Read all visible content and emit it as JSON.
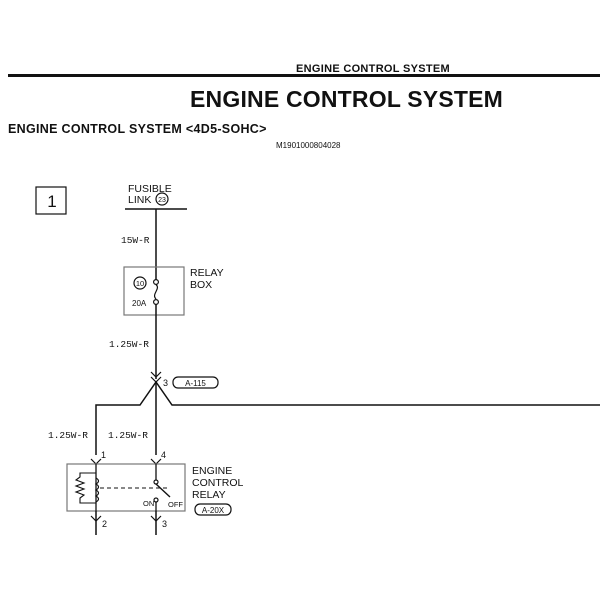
{
  "header": {
    "running_title": "ENGINE CONTROL SYSTEM",
    "title": "ENGINE CONTROL SYSTEM",
    "subtitle": "ENGINE CONTROL SYSTEM <4D5-SOHC>",
    "doc_code": "M1901000804028"
  },
  "diagram": {
    "section_number": "1",
    "fusible_link": {
      "label_line1": "FUSIBLE",
      "label_line2": "LINK",
      "number": "23"
    },
    "wire_top": "15W-R",
    "relay_box": {
      "label_line1": "RELAY",
      "label_line2": "BOX",
      "fuse_number": "10",
      "fuse_rating": "20A"
    },
    "wire_mid": "1.25W-R",
    "connector_main": {
      "pin": "3",
      "id": "A-115"
    },
    "wire_left": "1.25W-R",
    "wire_right": "1.25W-R",
    "ecr": {
      "label_line1": "ENGINE",
      "label_line2": "CONTROL",
      "label_line3": "RELAY",
      "connector": "A-20X",
      "pin_top_left": "1",
      "pin_top_right": "4",
      "pin_bottom_left": "2",
      "pin_bottom_right": "3",
      "switch_on": "ON",
      "switch_off": "OFF"
    }
  }
}
